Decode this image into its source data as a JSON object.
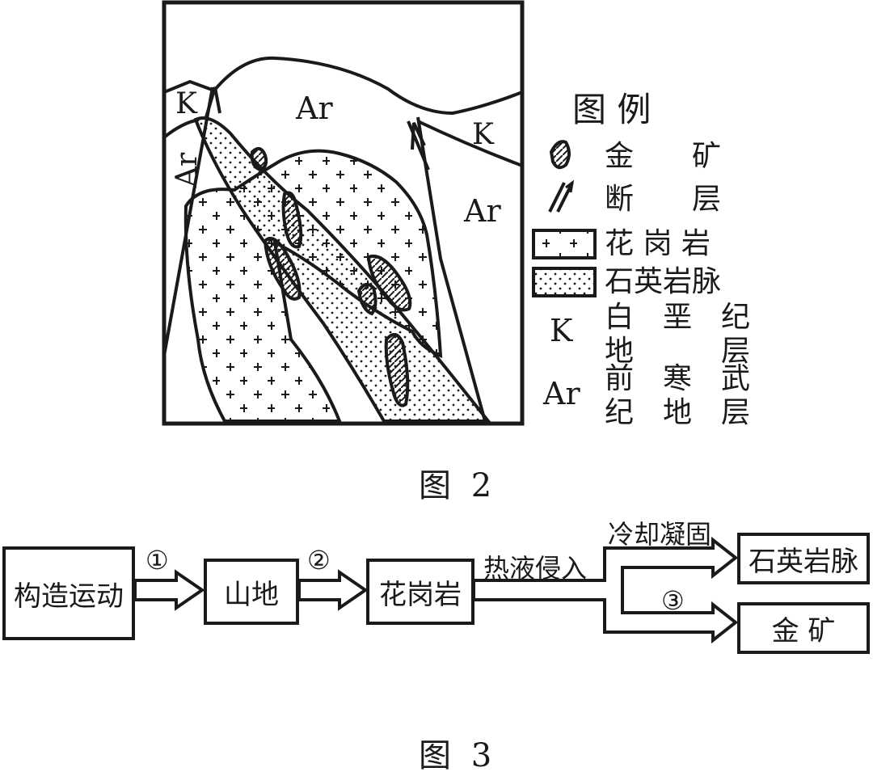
{
  "fig2": {
    "caption": "图 2",
    "map_labels": {
      "k_left": "K",
      "ar_top": "Ar",
      "ar_left": "Ar",
      "k_right": "K",
      "ar_right": "Ar"
    },
    "legend": {
      "title": "图  例",
      "gold": "金　　矿",
      "fault": "断　　层",
      "granite": "花 岗 岩",
      "quartz": "石英岩脉",
      "k_symbol": "K",
      "k_line1": "白　垩　纪",
      "k_line2": "地　　　层",
      "ar_symbol": "Ar",
      "ar_line1": "前　寒　武",
      "ar_line2": "纪　地　层"
    }
  },
  "fig3": {
    "caption": "图 3",
    "boxes": {
      "tectonic": "构造运动",
      "mountain": "山地",
      "granite": "花岗岩",
      "quartz_vein": "石英岩脉",
      "gold": "金 矿"
    },
    "arrows": {
      "step1": "①",
      "step2": "②",
      "intrusion": "热液侵入",
      "cooling": "冷却凝固",
      "step3": "③"
    }
  }
}
